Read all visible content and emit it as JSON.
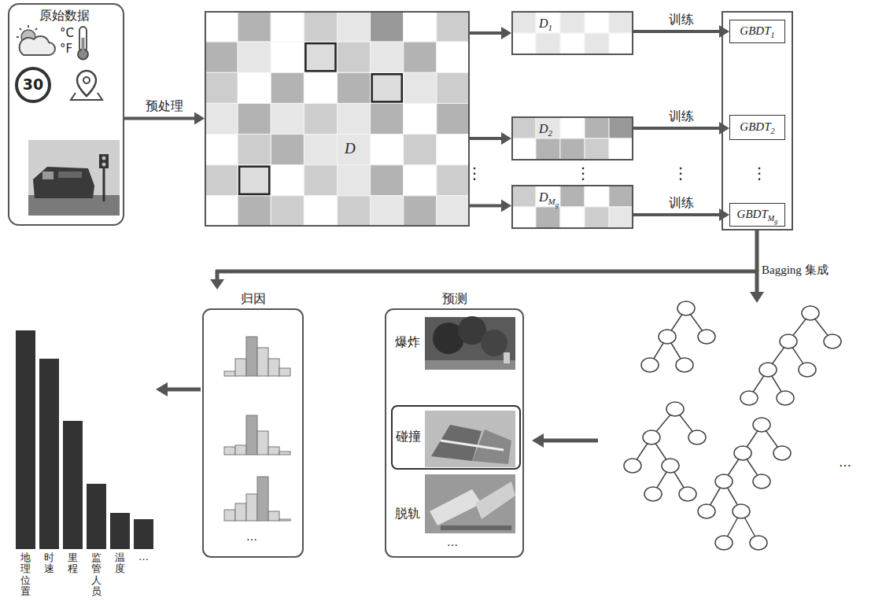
{
  "diagram": {
    "nodes": [
      {
        "text": [
          "原始数据"
        ]
      },
      {
        "text": [
          "D"
        ]
      },
      {
        "text": [
          "D",
          "1"
        ]
      },
      {
        "text": [
          "D",
          "2"
        ]
      },
      {
        "text": [
          "D",
          "M",
          "g"
        ]
      },
      {
        "text": [
          "GBDT",
          "1"
        ]
      },
      {
        "text": [
          "GBDT",
          "2"
        ]
      },
      {
        "text": [
          "GBDT",
          "M",
          "g"
        ]
      },
      {
        "text": [
          "归因",
          "…"
        ]
      },
      {
        "text": [
          "预测",
          "爆炸",
          "脱轨",
          "…"
        ]
      },
      {
        "text": [
          "碰撞"
        ],
        "in": 9
      }
    ],
    "edges": [
      {
        "from": 0,
        "to": 1,
        "label": "预处理",
        "arrow": "to"
      },
      {
        "from": 1,
        "to": 2,
        "arrow": "to"
      },
      {
        "from": 1,
        "to": 3,
        "arrow": "to"
      },
      {
        "from": 1,
        "to": 4,
        "arrow": "to"
      },
      {
        "from": 2,
        "to": 5,
        "label": "训练",
        "arrow": "to"
      },
      {
        "from": 3,
        "to": 6,
        "label": "训练",
        "arrow": "to"
      },
      {
        "from": 4,
        "to": 7,
        "label": "训练",
        "arrow": "to"
      }
    ],
    "labels": [
      "°C",
      "°F",
      "30",
      "⋮",
      "⋮",
      "⋮",
      "⋮",
      "Bagging 集成",
      "…",
      "地理位置",
      "时速",
      "里程",
      "监管人员",
      "温度",
      "…"
    ]
  }
}
